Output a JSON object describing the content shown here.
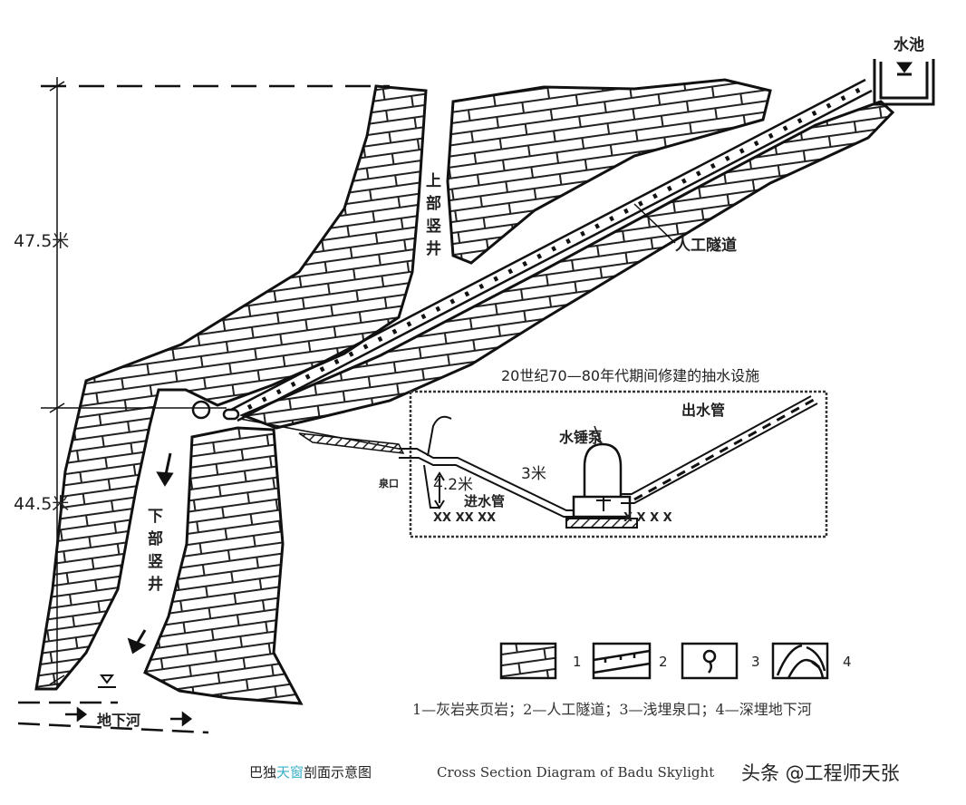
{
  "diagram": {
    "labels": {
      "pool": "水池",
      "upper_shaft": [
        "上",
        "部",
        "竖",
        "井"
      ],
      "lower_shaft": [
        "下",
        "部",
        "竖",
        "井"
      ],
      "tunnel": "人工隧道",
      "underground_river": "地下河",
      "height_upper": "47.5米",
      "height_lower": "44.5米"
    },
    "inset": {
      "title": "20世纪70—80年代期间修建的抽水设施",
      "outlet_pipe": "出水管",
      "ram_pump": "水锤泵",
      "spring_mouth": "泉口",
      "depth": "4.2米",
      "pipe_length": "3米",
      "inlet_pipe": "进水管"
    },
    "legend": {
      "numbers": [
        "1",
        "2",
        "3",
        "4"
      ],
      "text": "1—灰岩夹页岩；2—人工隧道；3—浅埋泉口；4—深埋地下河"
    },
    "caption": {
      "chinese_prefix": "巴独",
      "chinese_highlight": "天窗",
      "chinese_suffix": "剖面示意图",
      "english": "Cross Section Diagram of Badu Skylight",
      "highlight_color": "#3ab0c8"
    },
    "watermark": "头条 @工程师天张"
  }
}
